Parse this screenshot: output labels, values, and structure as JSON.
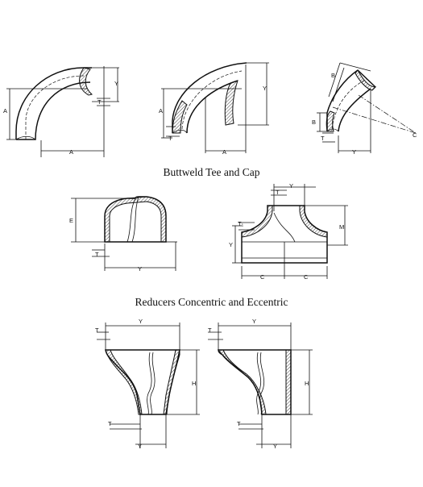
{
  "sections": {
    "tee_cap_title": "Buttweld Tee and Cap",
    "reducer_title": "Reducers Concentric and Eccentric"
  },
  "labels": {
    "a": "A",
    "y": "Y",
    "t": "T",
    "b": "B",
    "c": "C",
    "e": "E",
    "m": "M",
    "h": "H",
    "t1": "T₁"
  }
}
